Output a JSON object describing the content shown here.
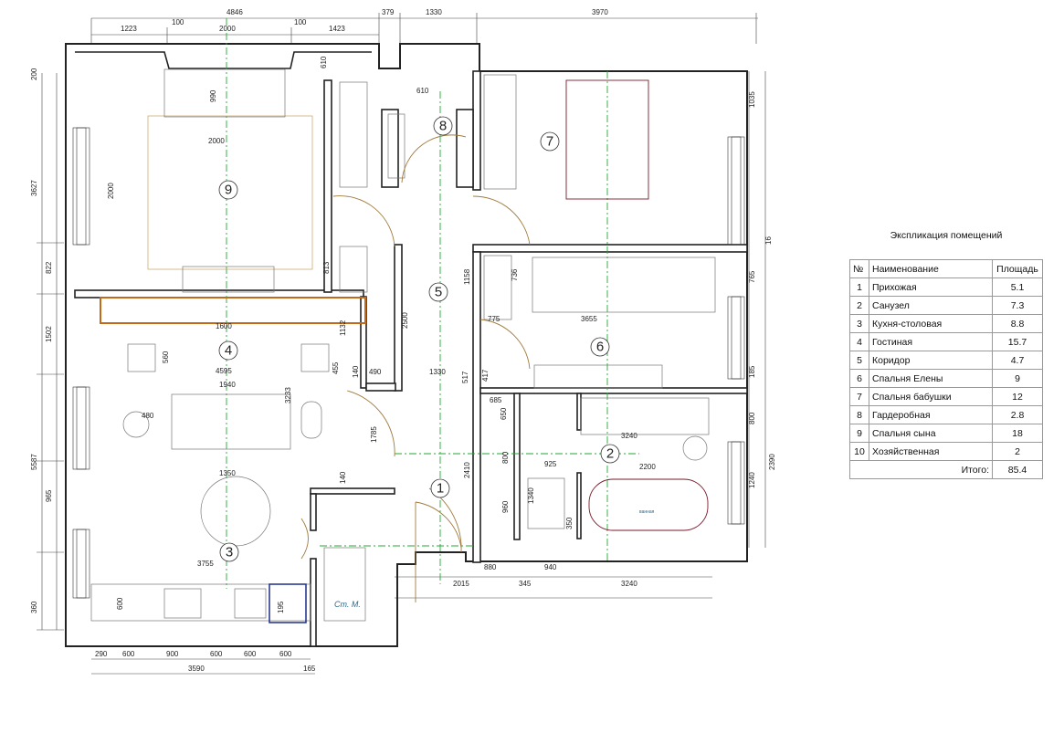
{
  "plan": {
    "dims_top": [
      "4846",
      "379",
      "1330",
      "3970",
      "1223",
      "100",
      "2000",
      "100",
      "1423"
    ],
    "dims_left": [
      "200",
      "3627",
      "822",
      "1502",
      "5587",
      "965",
      "360"
    ],
    "dims_right": [
      "1035",
      "16",
      "765",
      "185",
      "800",
      "2390",
      "1240"
    ],
    "dims_bottom": [
      "290",
      "600",
      "900",
      "600",
      "600",
      "600",
      "3590",
      "165"
    ],
    "dims_inner": [
      "610",
      "990",
      "2000",
      "2000",
      "610",
      "813",
      "1158",
      "736",
      "775",
      "3655",
      "2500",
      "1600",
      "560",
      "1132",
      "4595",
      "1940",
      "3233",
      "455",
      "140",
      "490",
      "1330",
      "517",
      "417",
      "685",
      "650",
      "3240",
      "480",
      "1785",
      "2410",
      "800",
      "925",
      "2200",
      "1350",
      "140",
      "1340",
      "350",
      "960",
      "3755",
      "880",
      "345",
      "940",
      "3240",
      "2015",
      "600",
      "195"
    ],
    "room_numbers": [
      "1",
      "2",
      "3",
      "4",
      "5",
      "6",
      "7",
      "8",
      "9"
    ],
    "labels": {
      "stove_label": "Ст. М.",
      "bath_label": "ванная"
    }
  },
  "explication": {
    "title": "Экспликация помещений",
    "headers": {
      "num": "№",
      "name": "Наименование",
      "area": "Площадь"
    },
    "rows": [
      {
        "num": "1",
        "name": "Прихожая",
        "area": "5.1"
      },
      {
        "num": "2",
        "name": "Санузел",
        "area": "7.3"
      },
      {
        "num": "3",
        "name": "Кухня-столовая",
        "area": "8.8"
      },
      {
        "num": "4",
        "name": "Гостиная",
        "area": "15.7"
      },
      {
        "num": "5",
        "name": "Коридор",
        "area": "4.7"
      },
      {
        "num": "6",
        "name": "Спальня Елены",
        "area": "9"
      },
      {
        "num": "7",
        "name": "Спальня бабушки",
        "area": "12"
      },
      {
        "num": "8",
        "name": "Гардеробная",
        "area": "2.8"
      },
      {
        "num": "9",
        "name": "Спальня сына",
        "area": "18"
      },
      {
        "num": "10",
        "name": "Хозяйственная",
        "area": "2"
      }
    ],
    "total_label": "Итого:",
    "total_value": "85.4"
  },
  "colors": {
    "axis": "#22aa33",
    "door": "#a07b3c",
    "bed": "#7a1a2a",
    "cabinet": "#c06a1a",
    "window_blue": "#1d2f8a",
    "teal_label": "#2a6a88"
  }
}
